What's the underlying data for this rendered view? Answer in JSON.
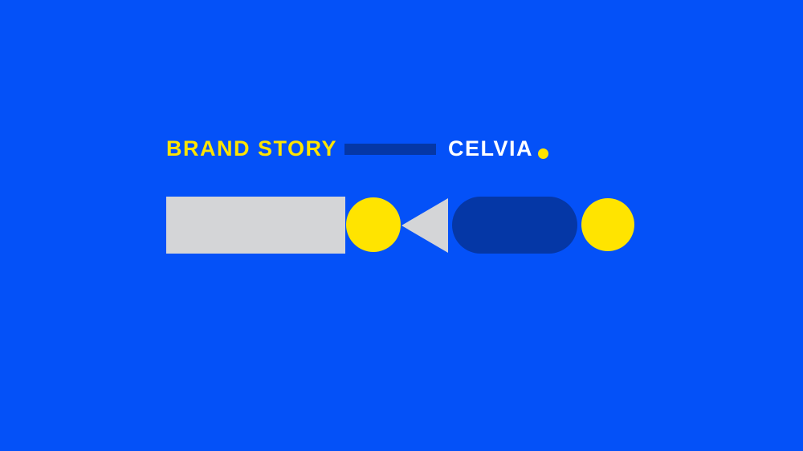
{
  "slide": {
    "kicker": "BRAND STORY",
    "brand_name": "CELVIA"
  },
  "colors": {
    "background": "#0451F8",
    "yellow": "#FFE400",
    "dark_blue": "#0537A6",
    "gray": "#D4D5D7",
    "white": "#FFFFFF"
  },
  "shapes": [
    {
      "name": "gray-rectangle",
      "type": "rectangle",
      "color": "#D4D5D7"
    },
    {
      "name": "yellow-circle-left",
      "type": "circle",
      "color": "#FFE400"
    },
    {
      "name": "gray-triangle-left",
      "type": "triangle-left",
      "color": "#D4D5D7"
    },
    {
      "name": "dark-blue-pill",
      "type": "pill",
      "color": "#0537A6"
    },
    {
      "name": "yellow-circle-right",
      "type": "circle",
      "color": "#FFE400"
    }
  ]
}
